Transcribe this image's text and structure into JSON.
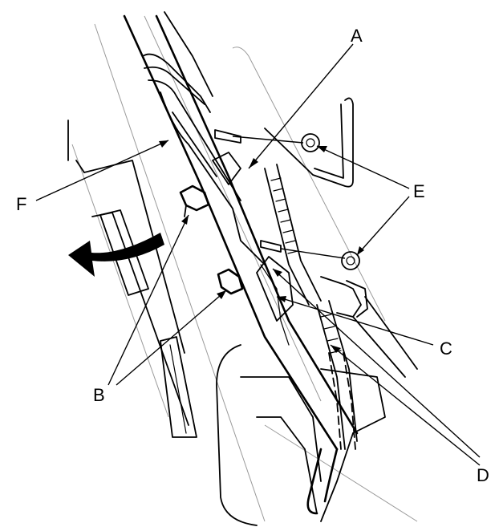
{
  "callouts": {
    "a": "A",
    "b": "B",
    "c": "C",
    "d": "D",
    "e": "E",
    "f": "F"
  },
  "colors": {
    "line": "#000000",
    "background": "#ffffff",
    "faint": "#9a9a9a"
  }
}
